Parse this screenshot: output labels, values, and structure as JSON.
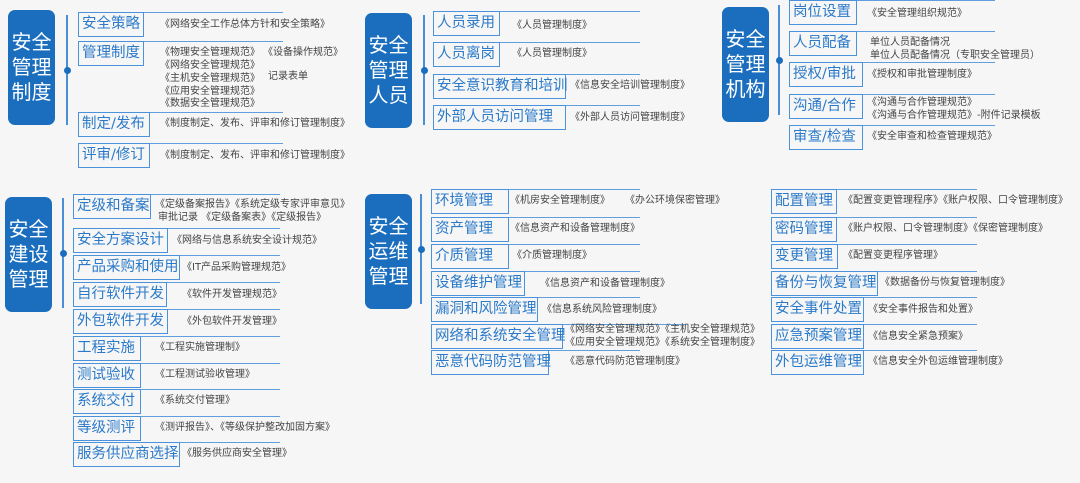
{
  "sections": [
    {
      "title": "安全管理制度",
      "items": [
        {
          "label": "安全策略",
          "docs": [
            "《网络安全工作总体方针和安全策略》"
          ]
        },
        {
          "label": "管理制度",
          "docs": [
            "《物理安全管理规范》",
            "《网络安全管理规范》",
            "《主机安全管理规范》",
            "《应用安全管理规范》",
            "《数据安全管理规范》",
            "《设备操作规范》",
            "记录表单"
          ]
        },
        {
          "label": "制定/发布",
          "docs": [
            "《制度制定、发布、评审和修订管理制度》"
          ]
        },
        {
          "label": "评审/修订",
          "docs": [
            "《制度制定、发布、评审和修订管理制度》"
          ]
        }
      ]
    },
    {
      "title": "安全管理人员",
      "items": [
        {
          "label": "人员录用",
          "docs": [
            "《人员管理制度》"
          ]
        },
        {
          "label": "人员离岗",
          "docs": [
            "《人员管理制度》"
          ]
        },
        {
          "label": "安全意识教育和培训",
          "docs": [
            "《信息安全培训管理制度》"
          ]
        },
        {
          "label": "外部人员访问管理",
          "docs": [
            "《外部人员访问管理制度》"
          ]
        }
      ]
    },
    {
      "title": "安全管理机构",
      "items": [
        {
          "label": "岗位设置",
          "docs": [
            "《安全管理组织规范》"
          ]
        },
        {
          "label": "人员配备",
          "docs": [
            "单位人员配备情况",
            "单位人员配备情况（专职安全管理员）"
          ]
        },
        {
          "label": "授权/审批",
          "docs": [
            "《授权和审批管理制度》"
          ]
        },
        {
          "label": "沟通/合作",
          "docs": [
            "《沟通与合作管理规范》",
            "《沟通与合作管理规范》-附件记录模板"
          ]
        },
        {
          "label": "审查/检查",
          "docs": [
            "《安全审查和检查管理规范》"
          ]
        }
      ]
    },
    {
      "title": "安全建设管理",
      "items": [
        {
          "label": "定级和备案",
          "docs": [
            "《定级备案报告》《系统定级专家评审意见》",
            "审批记录 《定级备案表》《定级报告》"
          ]
        },
        {
          "label": "安全方案设计",
          "docs": [
            "《网络与信息系统安全设计规范》"
          ]
        },
        {
          "label": "产品采购和使用",
          "docs": [
            "《IT产品采购管理规范》"
          ]
        },
        {
          "label": "自行软件开发",
          "docs": [
            "《软件开发管理规范》"
          ]
        },
        {
          "label": "外包软件开发",
          "docs": [
            "《外包软件开发管理》"
          ]
        },
        {
          "label": "工程实施",
          "docs": [
            "《工程实施管理制》"
          ]
        },
        {
          "label": "测试验收",
          "docs": [
            "《工程测试验收管理》"
          ]
        },
        {
          "label": "系统交付",
          "docs": [
            "《系统交付管理》"
          ]
        },
        {
          "label": "等级测评",
          "docs": [
            "《测评报告》、《等级保护整改加固方案》"
          ]
        },
        {
          "label": "服务供应商选择",
          "docs": [
            "《服务供应商安全管理》"
          ]
        }
      ]
    },
    {
      "title": "安全运维管理",
      "items": [
        {
          "label": "环境管理",
          "docs": [
            "《机房安全管理制度》",
            "《办公环境保密管理》"
          ]
        },
        {
          "label": "资产管理",
          "docs": [
            "《信息资产和设备管理制度》"
          ]
        },
        {
          "label": "介质管理",
          "docs": [
            "《介质管理制度》"
          ]
        },
        {
          "label": "设备维护管理",
          "docs": [
            "《信息资产和设备管理制度》"
          ]
        },
        {
          "label": "漏洞和风险管理",
          "docs": [
            "《信息系统风险管理制度》"
          ]
        },
        {
          "label": "网络和系统安全管理",
          "docs": [
            "《网络安全管理规范》《主机安全管理规范》",
            "《应用安全管理规范》《系统安全管理制度》"
          ]
        },
        {
          "label": "恶意代码防范管理",
          "docs": [
            "《恶意代码防范管理制度》"
          ]
        }
      ]
    },
    {
      "title": "",
      "items": [
        {
          "label": "配置管理",
          "docs": [
            "《配置变更管理程序》《账户权限、口令管理制度》"
          ]
        },
        {
          "label": "密码管理",
          "docs": [
            "《账户权限、口令管理制度》《保密管理制度》"
          ]
        },
        {
          "label": "变更管理",
          "docs": [
            "《配置变更程序管理》"
          ]
        },
        {
          "label": "备份与恢复管理",
          "docs": [
            "《数据备份与恢复管理制度》"
          ]
        },
        {
          "label": "安全事件处置",
          "docs": [
            "《安全事件报告和处置》"
          ]
        },
        {
          "label": "应急预案管理",
          "docs": [
            "《信息安全紧急预案》"
          ]
        },
        {
          "label": "外包运维管理",
          "docs": [
            "《信息安全外包运维管理制度》"
          ]
        }
      ]
    }
  ]
}
